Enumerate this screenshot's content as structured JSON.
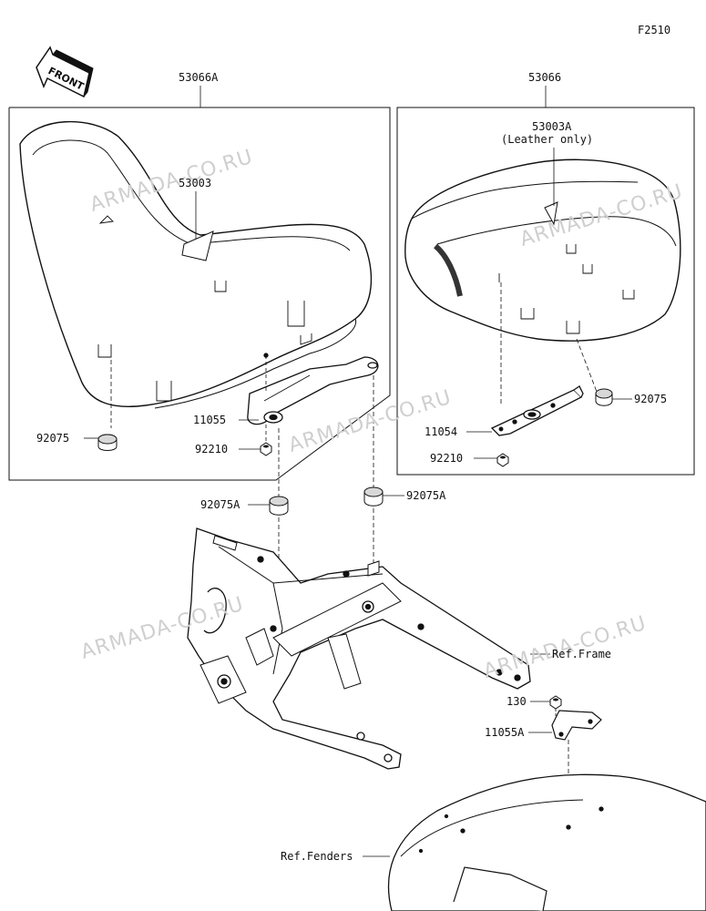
{
  "figure_code": "F2510",
  "front_label": "FRONT",
  "watermark": "ARMADA-CO.RU",
  "labels": {
    "seat_left": "53066A",
    "seat_right": "53066",
    "left_patch": "53003",
    "right_patch": "53003A",
    "right_patch_note": "(Leather only)",
    "bracket_left": "11055",
    "bracket_right": "11054",
    "damper_left": "92075",
    "damper_right": "92075",
    "nut_left": "92210",
    "nut_right": "92210",
    "damper_a_left": "92075A",
    "damper_a_right": "92075A",
    "bolt": "130",
    "bracket_a": "11055A",
    "ref_frame": "Ref.Frame",
    "ref_fenders": "Ref.Fenders"
  }
}
